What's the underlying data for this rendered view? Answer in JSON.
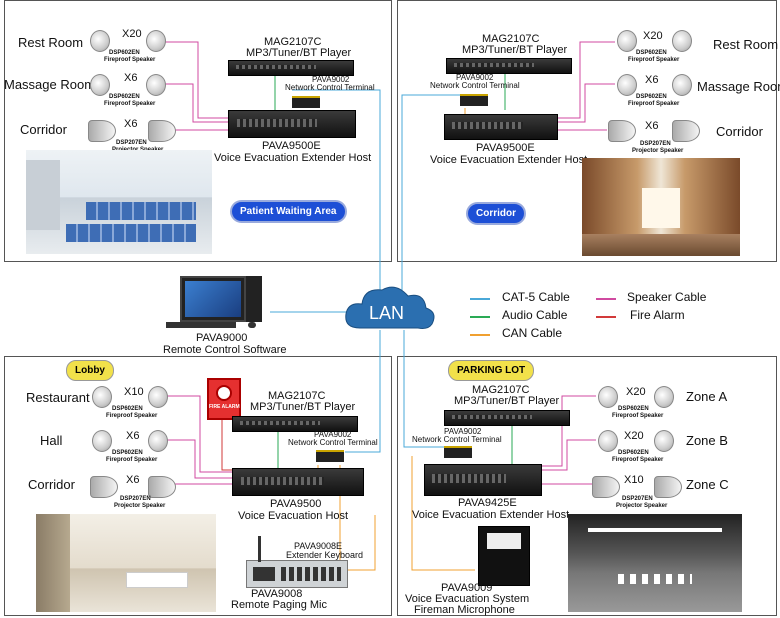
{
  "colors": {
    "cat5": "#4aa8d8",
    "audio": "#2aaa55",
    "can": "#f0a030",
    "speaker": "#d04aa0",
    "fire": "#d23a3a"
  },
  "lan": "LAN",
  "legend": [
    {
      "label": "CAT-5 Cable",
      "color": "#4aa8d8"
    },
    {
      "label": "Audio Cable",
      "color": "#2aaa55"
    },
    {
      "label": "CAN Cable",
      "color": "#f0a030"
    },
    {
      "label": "Speaker Cable",
      "color": "#d04aa0"
    },
    {
      "label": "Fire Alarm",
      "color": "#d23a3a"
    }
  ],
  "remote": {
    "model": "PAVA9000",
    "desc": "Remote Control  Software"
  },
  "tl": {
    "rooms": [
      "Rest Room",
      "Massage Room",
      "Corridor"
    ],
    "mults": [
      "X20",
      "X6",
      "X6"
    ],
    "spk": [
      "DSP602EN",
      "Fireproof Speaker",
      "DSP602EN",
      "Fireproof Speaker",
      "DSP207EN",
      "Projector Speaker"
    ],
    "player_model": "MAG2107C",
    "player_desc": "MP3/Tuner/BT Player",
    "net_model": "PAVA9002",
    "net_desc": "Network Control Terminal",
    "host_model": "PAVA9500E",
    "host_desc": "Voice Evacuation  Extender Host",
    "badge": "Patient Waiting Area"
  },
  "tr": {
    "rooms": [
      "Rest Room",
      "Massage Room",
      "Corridor"
    ],
    "mults": [
      "X20",
      "X6",
      "X6"
    ],
    "spk": [
      "DSP602EN",
      "Fireproof Speaker",
      "DSP602EN",
      "Fireproof Speaker",
      "DSP207EN",
      "Projector Speaker"
    ],
    "player_model": "MAG2107C",
    "player_desc": "MP3/Tuner/BT Player",
    "net_model": "PAVA9002",
    "net_desc": "Network Control Terminal",
    "host_model": "PAVA9500E",
    "host_desc": "Voice Evacuation  Extender Host",
    "badge": "Corridor"
  },
  "bl": {
    "badge": "Lobby",
    "rooms": [
      "Restaurant",
      "Hall",
      "Corridor"
    ],
    "mults": [
      "X10",
      "X6",
      "X6"
    ],
    "spk": [
      "DSP602EN",
      "Fireproof Speaker",
      "DSP602EN",
      "Fireproof Speaker",
      "DSP207EN",
      "Projector Speaker"
    ],
    "fire_label": "FIRE ALARM",
    "player_model": "MAG2107C",
    "player_desc": "MP3/Tuner/BT Player",
    "net_model": "PAVA9002",
    "net_desc": "Network Control Terminal",
    "host_model": "PAVA9500",
    "host_desc": "Voice Evacuation Host",
    "kb_model": "PAVA9008E",
    "kb_desc": "Extender Keyboard",
    "mic_model": "PAVA9008",
    "mic_desc": "Remote Paging Mic"
  },
  "br": {
    "badge": "PARKING LOT",
    "zones": [
      "Zone A",
      "Zone B",
      "Zone C"
    ],
    "mults": [
      "X20",
      "X20",
      "X10"
    ],
    "spk": [
      "DSP602EN",
      "Fireproof Speaker",
      "DSP602EN",
      "Fireproof Speaker",
      "DSP207EN",
      "Projector Speaker"
    ],
    "player_model": "MAG2107C",
    "player_desc": "MP3/Tuner/BT Player",
    "net_model": "PAVA9002",
    "net_desc": "Network Control Terminal",
    "host_model": "PAVA9425E",
    "host_desc": "Voice Evacuation  Extender Host",
    "fm_model": "PAVA9009",
    "fm_desc1": "Voice Evacuation System",
    "fm_desc2": "Fireman Microphone"
  }
}
